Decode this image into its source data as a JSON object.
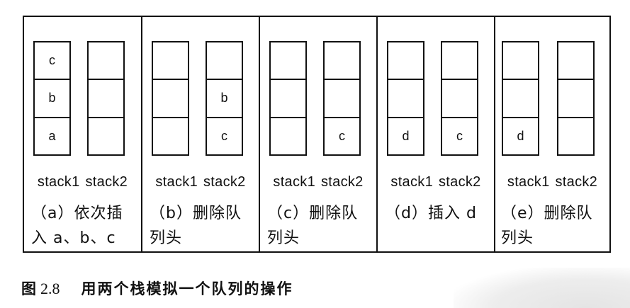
{
  "panels": [
    {
      "stack1": [
        "c",
        "b",
        "a"
      ],
      "stack2": [
        "",
        "",
        ""
      ],
      "stack_labels": [
        "stack1",
        "stack2"
      ],
      "caption_lines": [
        "（a）依次插",
        "入 a、b、c"
      ]
    },
    {
      "stack1": [
        "",
        "",
        ""
      ],
      "stack2": [
        "",
        "b",
        "c"
      ],
      "stack_labels": [
        "stack1",
        "stack2"
      ],
      "caption_lines": [
        "（b）删除队",
        "列头"
      ]
    },
    {
      "stack1": [
        "",
        "",
        ""
      ],
      "stack2": [
        "",
        "",
        "c"
      ],
      "stack_labels": [
        "stack1",
        "stack2"
      ],
      "caption_lines": [
        "（c）删除队",
        "列头"
      ]
    },
    {
      "stack1": [
        "",
        "",
        "d"
      ],
      "stack2": [
        "",
        "",
        "c"
      ],
      "stack_labels": [
        "stack1",
        "stack2"
      ],
      "caption_lines": [
        "（d）插入 d"
      ]
    },
    {
      "stack1": [
        "",
        "",
        "d"
      ],
      "stack2": [
        "",
        "",
        ""
      ],
      "stack_labels": [
        "stack1",
        "stack2"
      ],
      "caption_lines": [
        "（e）删除队",
        "列头"
      ]
    }
  ],
  "figure": {
    "label": "图",
    "number": "2.8",
    "title": "用两个栈模拟一个队列的操作"
  }
}
